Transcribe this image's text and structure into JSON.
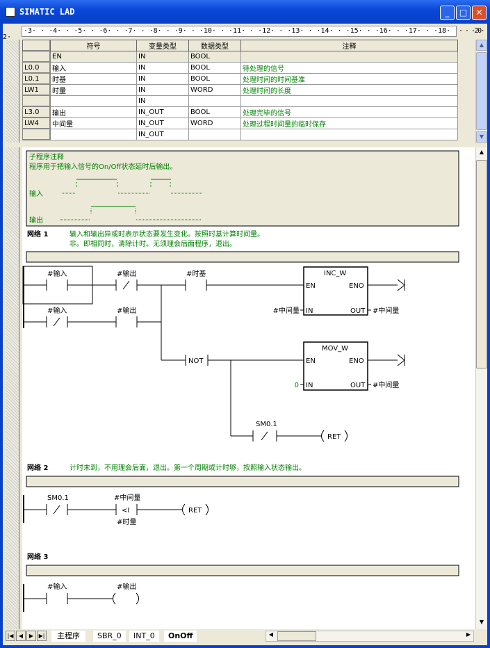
{
  "window": {
    "title": "SIMATIC LAD",
    "min": "_",
    "max": "□",
    "close": "✕"
  },
  "ruler": {
    "left": "2·",
    "main": "·3· · ·4· · ·5· · ·6· · ·7· · ·8· · ·9· · ·10· · ·11· · ·12· · ·13· · ·14· · ·15· · ·16· · ·17· · ·18· · ·",
    "right": "· · ·20·"
  },
  "var_table": {
    "headers": [
      "",
      "符号",
      "变量类型",
      "数据类型",
      "注释"
    ],
    "rows": [
      [
        "",
        "EN",
        "IN",
        "BOOL",
        ""
      ],
      [
        "L0.0",
        "输入",
        "IN",
        "BOOL",
        "待处理的信号"
      ],
      [
        "L0.1",
        "时基",
        "IN",
        "BOOL",
        "处理时间的时间基准"
      ],
      [
        "LW1",
        "时量",
        "IN",
        "WORD",
        "处理时间的长度"
      ],
      [
        "",
        "",
        "IN",
        "",
        ""
      ],
      [
        "L3.0",
        "输出",
        "IN_OUT",
        "BOOL",
        "处理完毕的信号"
      ],
      [
        "LW4",
        "中间量",
        "IN_OUT",
        "WORD",
        "处理过程时间量的临时保存"
      ],
      [
        "",
        "",
        "IN_OUT",
        "",
        ""
      ]
    ]
  },
  "sub_comment": {
    "title": "子程序注释",
    "text": "程序用于把输入信号的On/Off状态延时后输出。",
    "input_label": "输入",
    "output_label": "输出"
  },
  "networks": [
    {
      "label": "网络 1",
      "comment1": "输入和输出异或时表示状态要发生变化。按照时基计算时间量。",
      "comment2": "非。即相同时，清除计时。无须理会后面程序，退出。",
      "c1": "#输入",
      "c2": "#输出",
      "c3": "#时基",
      "c4": "#输入",
      "c5": "#输出",
      "not": "NOT",
      "box1": {
        "name": "INC_W",
        "en": "EN",
        "eno": "ENO",
        "in": "IN",
        "out": "OUT",
        "in_val": "#中间量",
        "out_val": "#中间量"
      },
      "box2": {
        "name": "MOV_W",
        "en": "EN",
        "eno": "ENO",
        "in": "IN",
        "out": "OUT",
        "in_val": "0",
        "out_val": "#中间量"
      },
      "c6": "SM0.1",
      "coil": "RET",
      "nc": "/"
    },
    {
      "label": "网络 2",
      "comment": "计时未到，不用理会后面，退出。第一个周期或计时够，按照输入状态输出。",
      "c1": "SM0.1",
      "cmp_top": "#中间量",
      "cmp_op": "<I",
      "cmp_bot": "#时量",
      "coil": "RET",
      "nc": "/"
    },
    {
      "label": "网络 3",
      "comment": "",
      "c1": "#输入",
      "coil": "#输出"
    }
  ],
  "tabs": {
    "items": [
      "主程序",
      "SBR_0",
      "INT_0",
      "OnOff"
    ],
    "active": "OnOff"
  }
}
